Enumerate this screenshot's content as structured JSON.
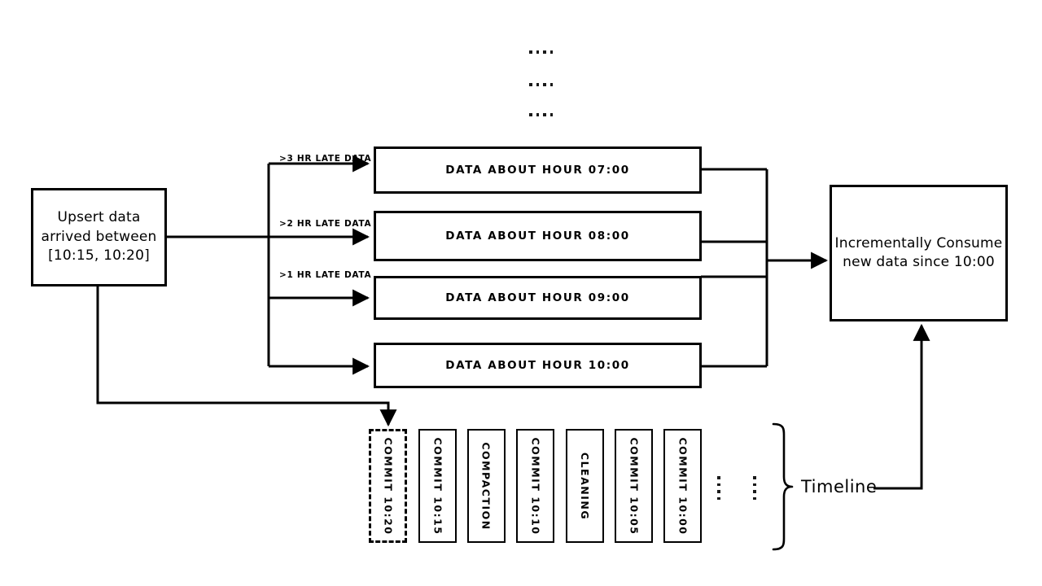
{
  "diagram": {
    "title": "Incremental data consumption with late-arriving data",
    "background_color": "#ffffff",
    "stroke_color": "#000000"
  },
  "source": {
    "name": "upsert-source-box",
    "line1": "Upsert data",
    "line2": "arrived between",
    "line3": "[10:15, 10:20]"
  },
  "late_data_labels": [
    {
      "id": "late-3hr",
      "text": ">3 HR LATE DATA"
    },
    {
      "id": "late-2hr",
      "text": ">2 HR LATE DATA"
    },
    {
      "id": "late-1hr",
      "text": ">1 HR LATE DATA"
    }
  ],
  "hour_partitions": [
    {
      "id": "hour-07",
      "label": "DATA ABOUT HOUR 07:00"
    },
    {
      "id": "hour-08",
      "label": "DATA ABOUT HOUR 08:00"
    },
    {
      "id": "hour-09",
      "label": "DATA ABOUT HOUR 09:00"
    },
    {
      "id": "hour-10",
      "label": "DATA ABOUT HOUR 10:00"
    }
  ],
  "top_ellipsis": [
    {
      "id": "ellipsis-row-1",
      "text": "...."
    },
    {
      "id": "ellipsis-row-2",
      "text": "...."
    },
    {
      "id": "ellipsis-row-3",
      "text": "...."
    }
  ],
  "consumer": {
    "name": "incremental-consume-box",
    "line1": "Incrementally Consume",
    "line2": "new data since 10:00"
  },
  "timeline": {
    "caption": "Timeline",
    "instants": [
      {
        "id": "commit-10-20",
        "label": "COMMIT 10:20",
        "style": "dashed"
      },
      {
        "id": "commit-10-15",
        "label": "COMMIT 10:15",
        "style": "solid"
      },
      {
        "id": "compaction",
        "label": "COMPACTION",
        "style": "solid"
      },
      {
        "id": "commit-10-10",
        "label": "COMMIT 10:10",
        "style": "solid"
      },
      {
        "id": "cleaning",
        "label": "CLEANING",
        "style": "solid"
      },
      {
        "id": "commit-10-05",
        "label": "COMMIT 10:05",
        "style": "solid"
      },
      {
        "id": "commit-10-00",
        "label": "COMMIT 10:00",
        "style": "solid"
      }
    ]
  }
}
